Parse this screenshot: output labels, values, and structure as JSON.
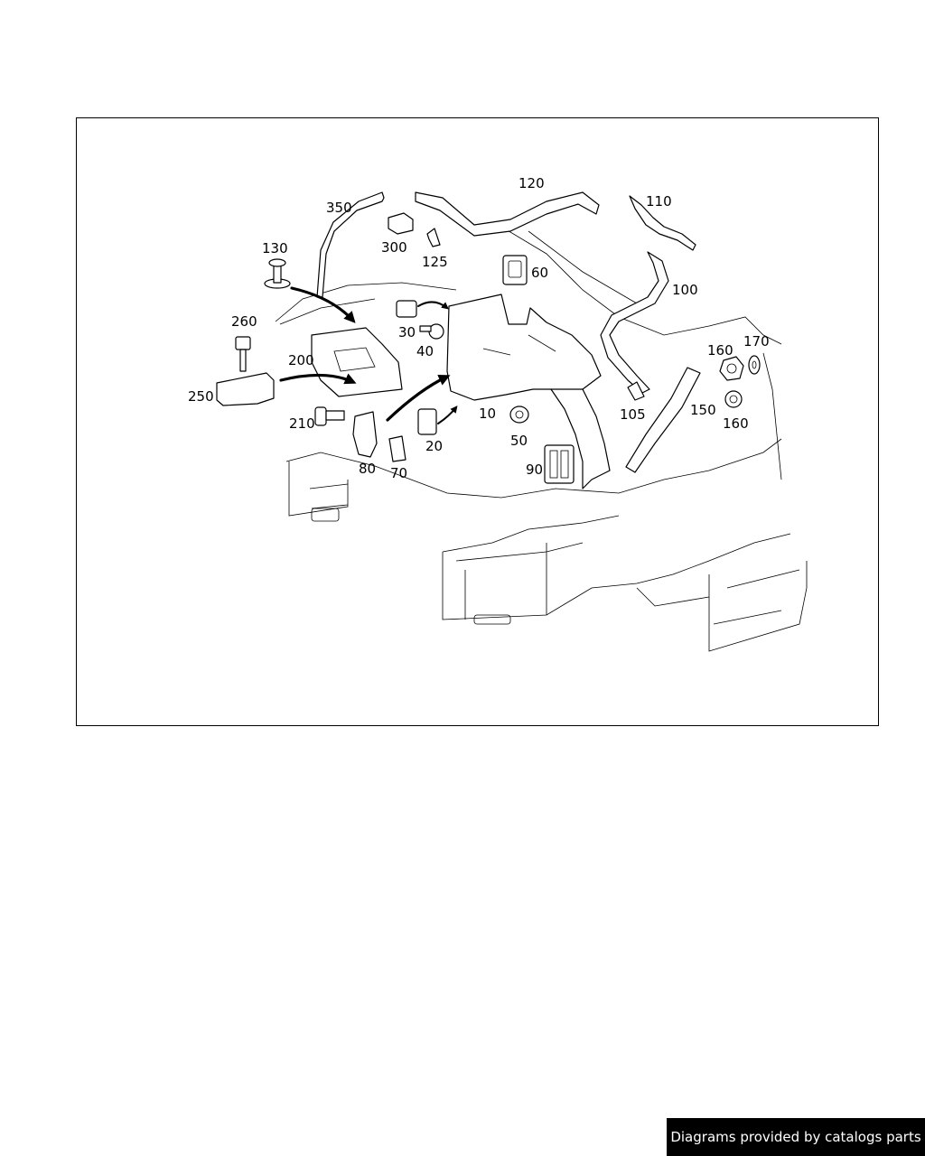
{
  "diagram": {
    "callouts": {
      "c10": "10",
      "c20": "20",
      "c30": "30",
      "c40": "40",
      "c50": "50",
      "c60": "60",
      "c70": "70",
      "c80": "80",
      "c90": "90",
      "c100": "100",
      "c105": "105",
      "c110": "110",
      "c120": "120",
      "c125": "125",
      "c130": "130",
      "c150": "150",
      "c160a": "160",
      "c160b": "160",
      "c170": "170",
      "c200": "200",
      "c210": "210",
      "c250": "250",
      "c260": "260",
      "c300": "300",
      "c350": "350"
    }
  },
  "footer": {
    "credit": "Diagrams provided by catalogs parts"
  }
}
